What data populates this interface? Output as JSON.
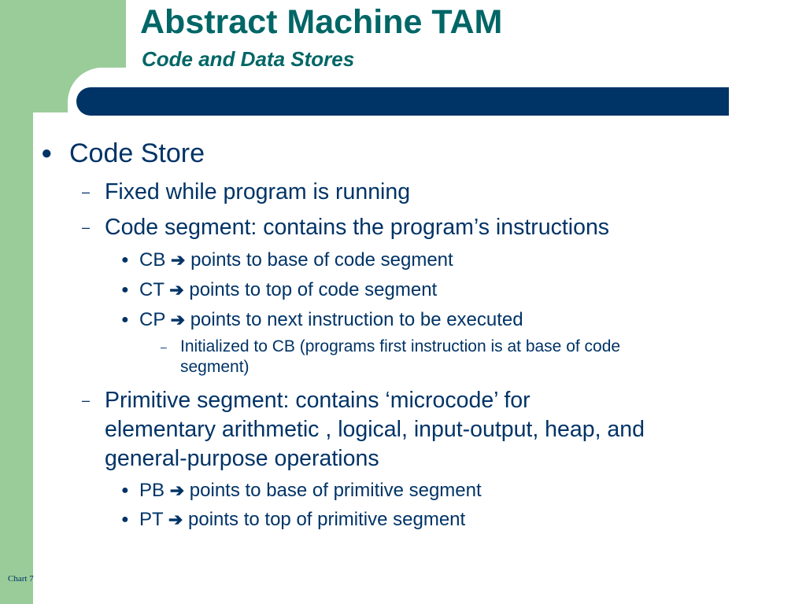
{
  "slide": {
    "title": "Abstract Machine TAM",
    "subtitle": "Code and Data Stores",
    "footer": "Chart 7"
  },
  "markers": {
    "bullet": "●",
    "dash": "–",
    "arrow": "➔"
  },
  "items": [
    {
      "text": "Code Store"
    },
    {
      "text": "Fixed while program is running"
    },
    {
      "text": "Code segment: contains the program’s instructions"
    },
    {
      "pre": "CB",
      "post": "points to base of code segment"
    },
    {
      "pre": "CT",
      "post": "points to top of code segment"
    },
    {
      "pre": "CP",
      "post": "points to next instruction to be executed"
    },
    {
      "line1": "Initialized to CB (programs first instruction is at base of code",
      "line2": "segment)"
    },
    {
      "line1": "Primitive segment: contains ‘microcode’ for",
      "line2": "elementary arithmetic , logical, input-output, heap, and",
      "line3": "general-purpose operations"
    },
    {
      "pre": "PB",
      "post": "points to base of primitive segment"
    },
    {
      "pre": "PT",
      "post": "points to top of primitive segment"
    }
  ]
}
